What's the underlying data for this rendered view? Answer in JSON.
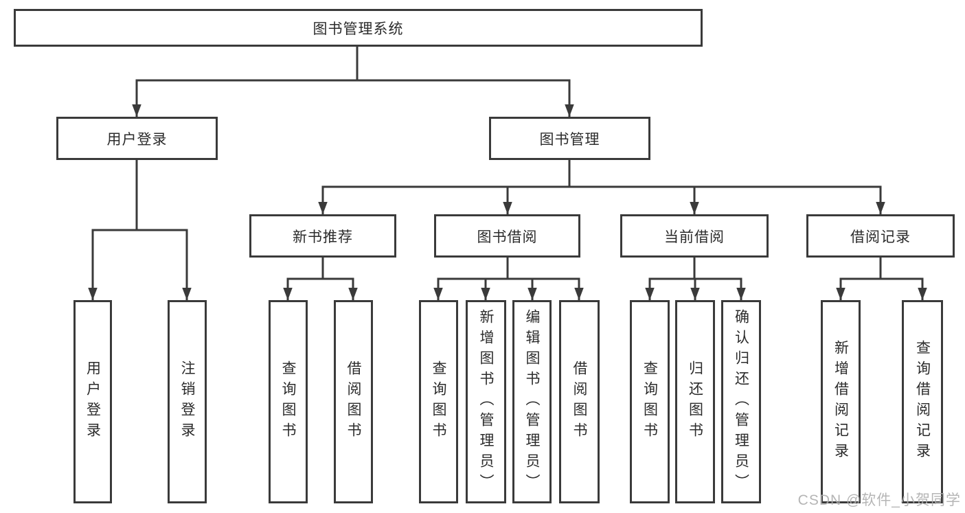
{
  "diagram": {
    "title": "图书管理系统",
    "branches": [
      {
        "label": "用户登录",
        "children": [
          {
            "label": "用户登录"
          },
          {
            "label": "注销登录"
          }
        ]
      },
      {
        "label": "图书管理",
        "children": [
          {
            "label": "新书推荐",
            "children": [
              {
                "label": "查询图书"
              },
              {
                "label": "借阅图书"
              }
            ]
          },
          {
            "label": "图书借阅",
            "children": [
              {
                "label": "查询图书"
              },
              {
                "label": "新增图书（管理员）"
              },
              {
                "label": "编辑图书（管理员）"
              },
              {
                "label": "借阅图书"
              }
            ]
          },
          {
            "label": "当前借阅",
            "children": [
              {
                "label": "查询图书"
              },
              {
                "label": "归还图书"
              },
              {
                "label": "确认归还（管理员）"
              }
            ]
          },
          {
            "label": "借阅记录",
            "children": [
              {
                "label": "新增借阅记录"
              },
              {
                "label": "查询借阅记录"
              }
            ]
          }
        ]
      }
    ],
    "watermark": "CSDN @软件_小贺同学",
    "colors": {
      "line": "#3a3a3a",
      "text": "#2b2b2b",
      "watermark": "#aeaeae",
      "background": "#ffffff"
    }
  }
}
